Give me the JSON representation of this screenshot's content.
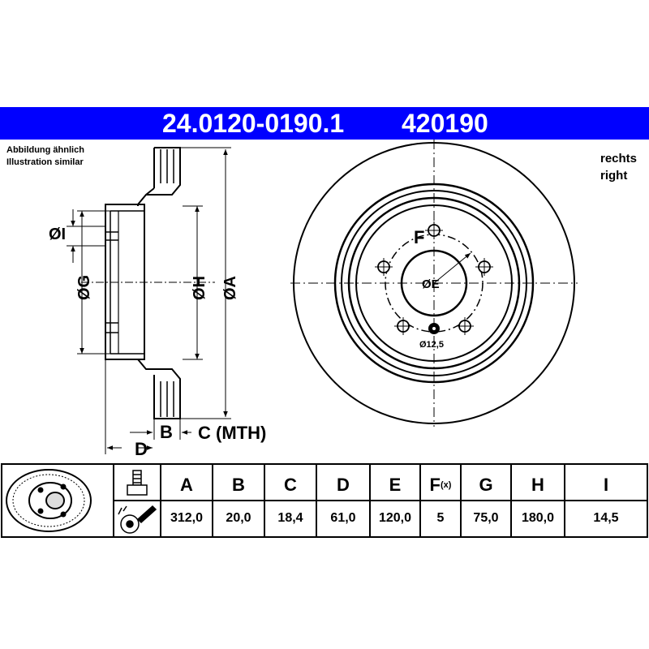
{
  "header": {
    "part_number": "24.0120-0190.1",
    "ref_number": "420190"
  },
  "notes": {
    "similar_de": "Abbildung ähnlich",
    "similar_en": "Illustration similar",
    "side_de": "rechts",
    "side_en": "right"
  },
  "labels": {
    "dim_I": "ØI",
    "dim_G": "ØG",
    "dim_H": "ØH",
    "dim_A": "ØA",
    "dim_B": "B",
    "dim_C": "C (MTH)",
    "dim_D": "D",
    "dim_E": "ØE",
    "dim_F": "F",
    "bolt_hole": "Ø12,5"
  },
  "table": {
    "headers": [
      "A",
      "B",
      "C",
      "D",
      "E",
      "F",
      "G",
      "H",
      "I"
    ],
    "f_suffix": "(x)",
    "values": [
      "312,0",
      "20,0",
      "18,4",
      "61,0",
      "120,0",
      "5",
      "75,0",
      "180,0",
      "14,5"
    ]
  },
  "colors": {
    "banner": "#0000ff",
    "line": "#000000"
  },
  "icons": [
    "brake-disc-icon",
    "bolt-icon",
    "torque-wrench-icon"
  ]
}
